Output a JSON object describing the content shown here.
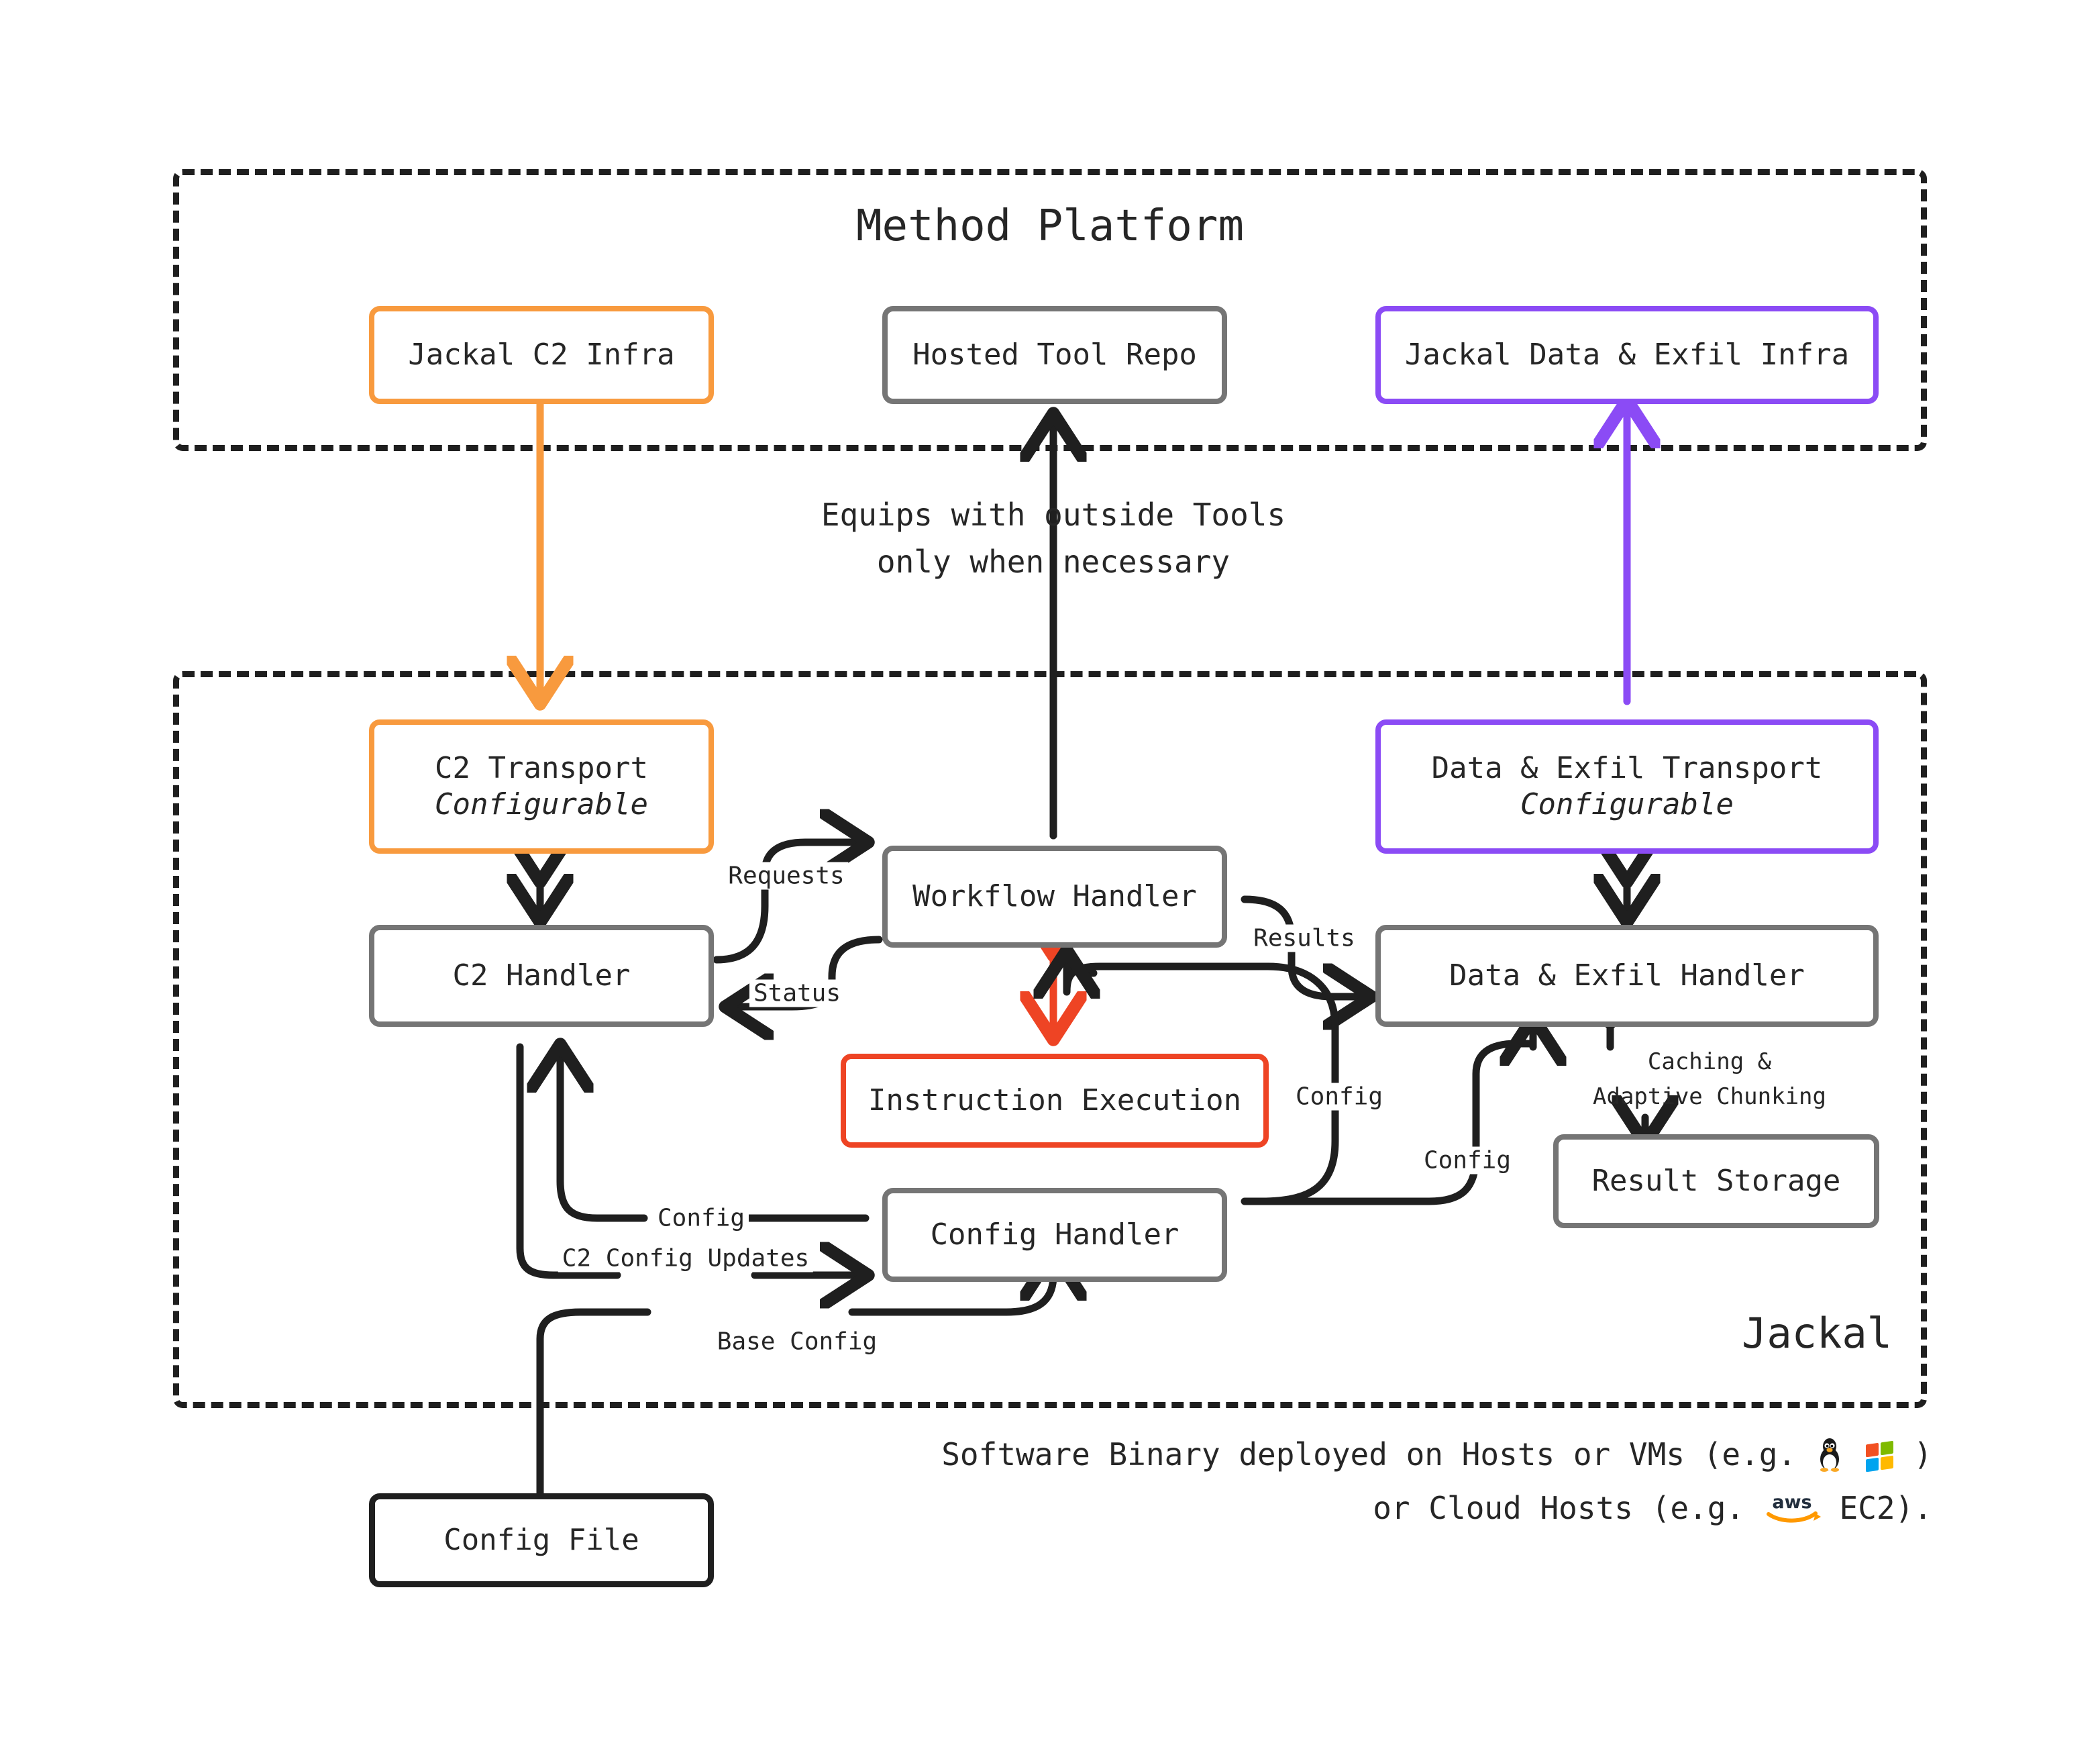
{
  "diagram": {
    "title": "Jackal Architecture",
    "colors": {
      "orange": "#F89A3E",
      "purple": "#8B4BF5",
      "red": "#EE4424",
      "gray": "#757575",
      "black": "#1F1F1F",
      "background": "#FFFFFF"
    }
  },
  "groups": {
    "platform": {
      "label": "Method Platform"
    },
    "jackal": {
      "label": "Jackal"
    }
  },
  "nodes": {
    "jackal_c2_infra": {
      "label": "Jackal C2 Infra",
      "color": "orange"
    },
    "hosted_tool_repo": {
      "label": "Hosted Tool Repo",
      "color": "gray"
    },
    "jackal_data_infra": {
      "label": "Jackal Data & Exfil Infra",
      "color": "purple"
    },
    "c2_transport": {
      "label": "C2 Transport",
      "sublabel": "Configurable",
      "color": "orange"
    },
    "data_transport": {
      "label": "Data & Exfil Transport",
      "sublabel": "Configurable",
      "color": "purple"
    },
    "c2_handler": {
      "label": "C2 Handler",
      "color": "gray"
    },
    "workflow_handler": {
      "label": "Workflow Handler",
      "color": "gray"
    },
    "data_handler": {
      "label": "Data & Exfil Handler",
      "color": "gray"
    },
    "instruction_execution": {
      "label": "Instruction Execution",
      "color": "red"
    },
    "result_storage": {
      "label": "Result Storage",
      "color": "gray"
    },
    "config_handler": {
      "label": "Config Handler",
      "color": "gray"
    },
    "config_file": {
      "label": "Config File",
      "color": "black"
    }
  },
  "edge_labels": {
    "equips_line1": "Equips with outside Tools",
    "equips_line2": "only when necessary",
    "requests": "Requests",
    "status": "Status",
    "results": "Results",
    "config_right": "Config",
    "config_mid": "Config",
    "config_left": "Config",
    "c2_config_updates": "C2 Config Updates",
    "base_config": "Base Config",
    "caching_line1": "Caching &",
    "caching_line2": "Adaptive Chunking"
  },
  "footnote": {
    "line1_a": "Software Binary deployed on Hosts or VMs (e.g.",
    "line1_b": ")",
    "line2_a": "or Cloud Hosts (e.g.",
    "line2_b": "EC2).",
    "icons": [
      "linux-tux-icon",
      "windows-logo-icon",
      "aws-logo-icon"
    ]
  }
}
